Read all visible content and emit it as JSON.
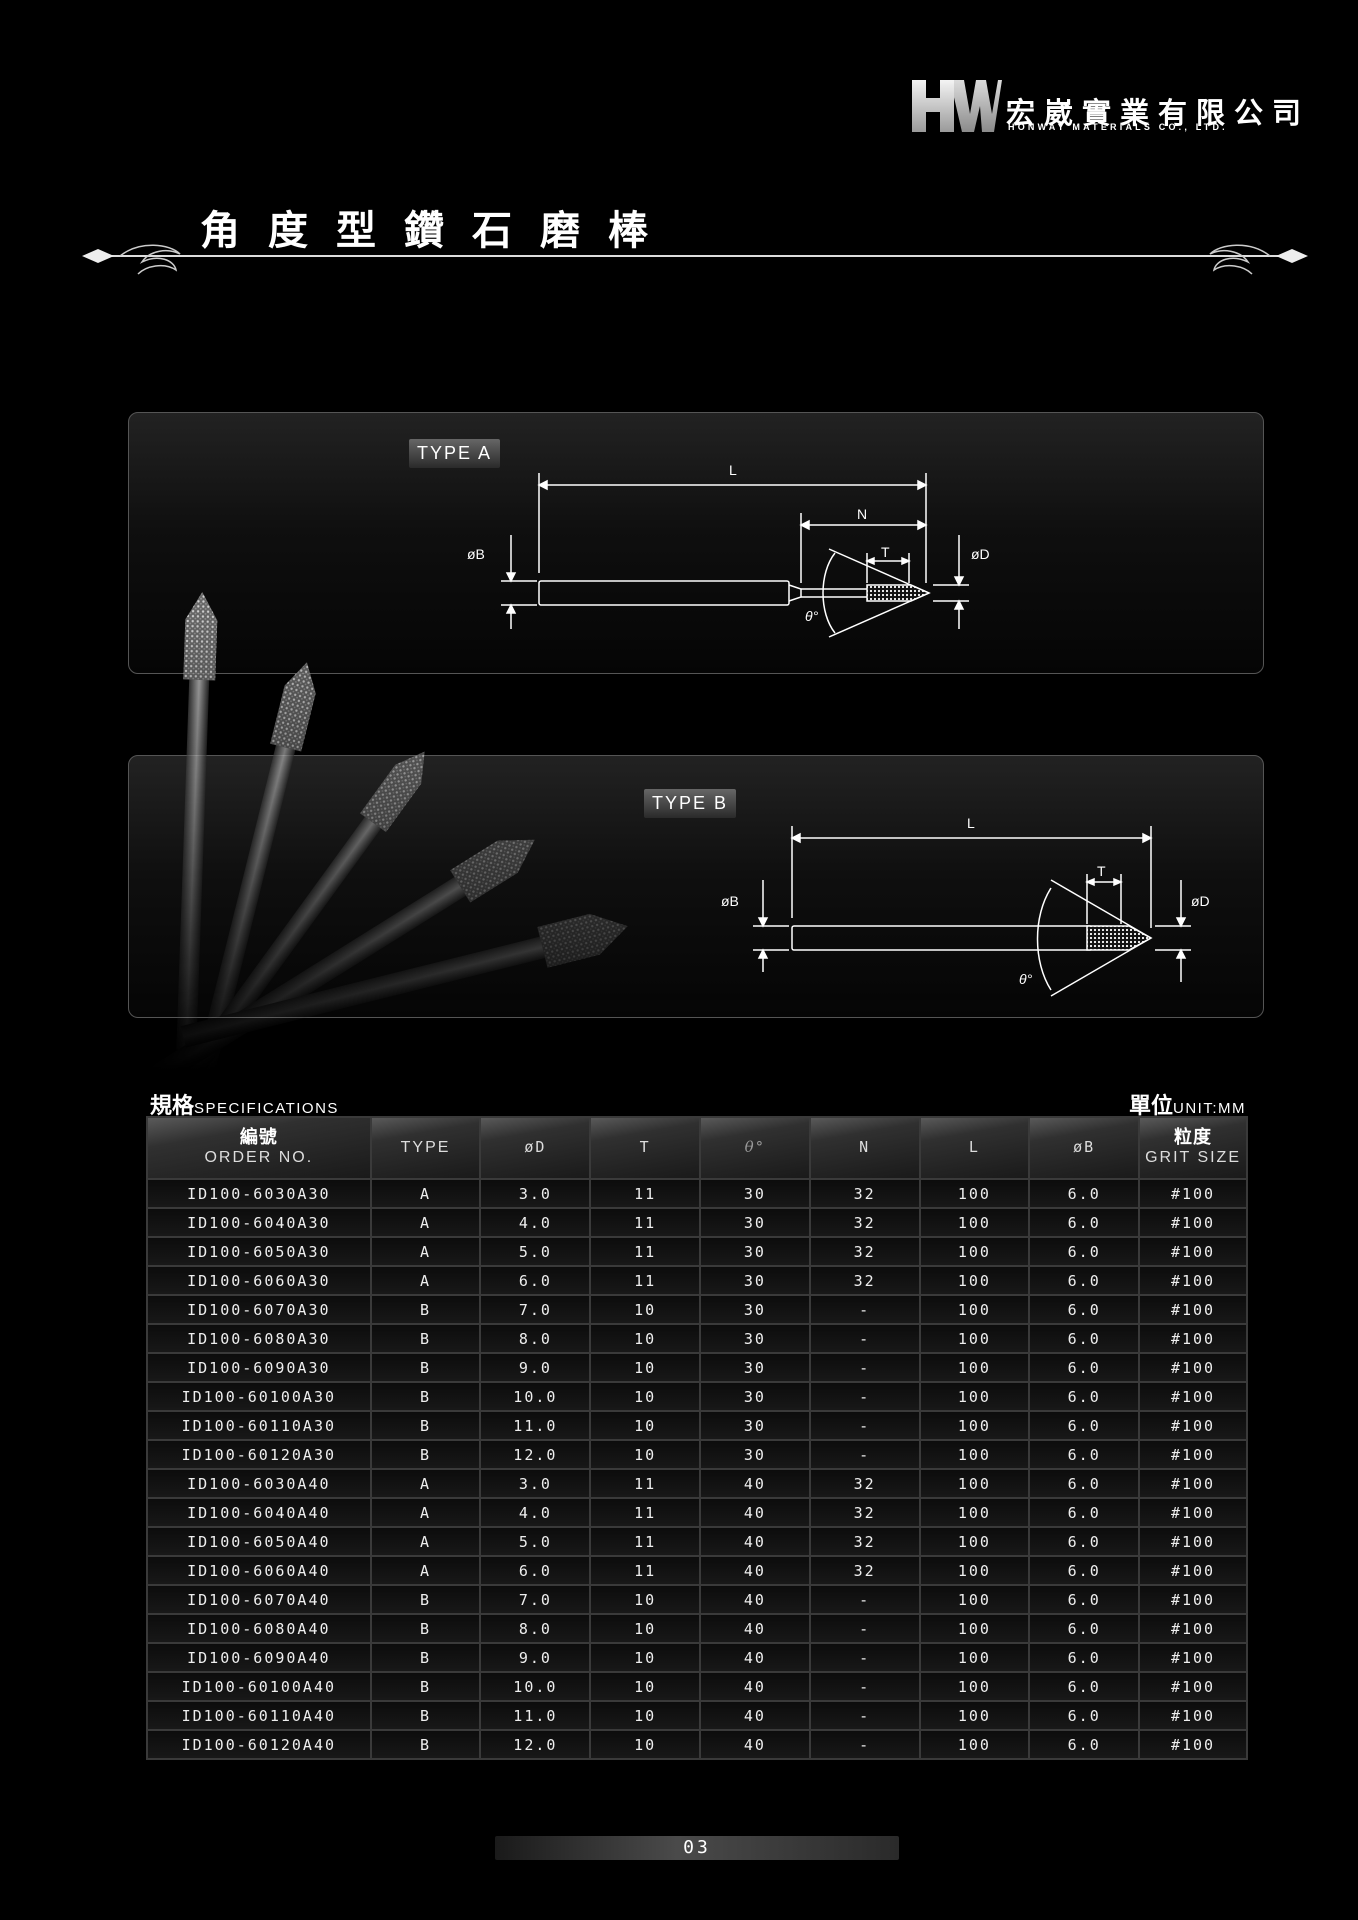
{
  "brand": {
    "logo_letters": "HW",
    "company_cn": "宏崴實業有限公司",
    "company_en": "HONWAY MATERIALS CO., LTD."
  },
  "page_title": "角度型鑽石磨棒",
  "diagram_a": {
    "type_label": "TYPE A",
    "labels": {
      "L": "L",
      "N": "N",
      "T": "T",
      "B": "øB",
      "D": "øD",
      "theta": "θ°"
    }
  },
  "diagram_b": {
    "type_label": "TYPE B",
    "labels": {
      "L": "L",
      "T": "T",
      "B": "øB",
      "D": "øD",
      "theta": "θ°"
    }
  },
  "specs": {
    "heading_cn": "規格",
    "heading_en": "SPECIFICATIONS",
    "unit_cn": "單位",
    "unit_en": "UNIT:MM",
    "columns": {
      "order_cn": "編號",
      "order_en": "ORDER NO.",
      "type": "TYPE",
      "d": "øD",
      "t": "T",
      "theta": "θ°",
      "n": "N",
      "l": "L",
      "b": "øB",
      "grit_cn": "粒度",
      "grit_en": "GRIT SIZE"
    },
    "rows": [
      [
        "ID100-6030A30",
        "A",
        "3.0",
        "11",
        "30",
        "32",
        "100",
        "6.0",
        "#100"
      ],
      [
        "ID100-6040A30",
        "A",
        "4.0",
        "11",
        "30",
        "32",
        "100",
        "6.0",
        "#100"
      ],
      [
        "ID100-6050A30",
        "A",
        "5.0",
        "11",
        "30",
        "32",
        "100",
        "6.0",
        "#100"
      ],
      [
        "ID100-6060A30",
        "A",
        "6.0",
        "11",
        "30",
        "32",
        "100",
        "6.0",
        "#100"
      ],
      [
        "ID100-6070A30",
        "B",
        "7.0",
        "10",
        "30",
        "-",
        "100",
        "6.0",
        "#100"
      ],
      [
        "ID100-6080A30",
        "B",
        "8.0",
        "10",
        "30",
        "-",
        "100",
        "6.0",
        "#100"
      ],
      [
        "ID100-6090A30",
        "B",
        "9.0",
        "10",
        "30",
        "-",
        "100",
        "6.0",
        "#100"
      ],
      [
        "ID100-60100A30",
        "B",
        "10.0",
        "10",
        "30",
        "-",
        "100",
        "6.0",
        "#100"
      ],
      [
        "ID100-60110A30",
        "B",
        "11.0",
        "10",
        "30",
        "-",
        "100",
        "6.0",
        "#100"
      ],
      [
        "ID100-60120A30",
        "B",
        "12.0",
        "10",
        "30",
        "-",
        "100",
        "6.0",
        "#100"
      ],
      [
        "ID100-6030A40",
        "A",
        "3.0",
        "11",
        "40",
        "32",
        "100",
        "6.0",
        "#100"
      ],
      [
        "ID100-6040A40",
        "A",
        "4.0",
        "11",
        "40",
        "32",
        "100",
        "6.0",
        "#100"
      ],
      [
        "ID100-6050A40",
        "A",
        "5.0",
        "11",
        "40",
        "32",
        "100",
        "6.0",
        "#100"
      ],
      [
        "ID100-6060A40",
        "A",
        "6.0",
        "11",
        "40",
        "32",
        "100",
        "6.0",
        "#100"
      ],
      [
        "ID100-6070A40",
        "B",
        "7.0",
        "10",
        "40",
        "-",
        "100",
        "6.0",
        "#100"
      ],
      [
        "ID100-6080A40",
        "B",
        "8.0",
        "10",
        "40",
        "-",
        "100",
        "6.0",
        "#100"
      ],
      [
        "ID100-6090A40",
        "B",
        "9.0",
        "10",
        "40",
        "-",
        "100",
        "6.0",
        "#100"
      ],
      [
        "ID100-60100A40",
        "B",
        "10.0",
        "10",
        "40",
        "-",
        "100",
        "6.0",
        "#100"
      ],
      [
        "ID100-60110A40",
        "B",
        "11.0",
        "10",
        "40",
        "-",
        "100",
        "6.0",
        "#100"
      ],
      [
        "ID100-60120A40",
        "B",
        "12.0",
        "10",
        "40",
        "-",
        "100",
        "6.0",
        "#100"
      ]
    ]
  },
  "page_number": "03"
}
